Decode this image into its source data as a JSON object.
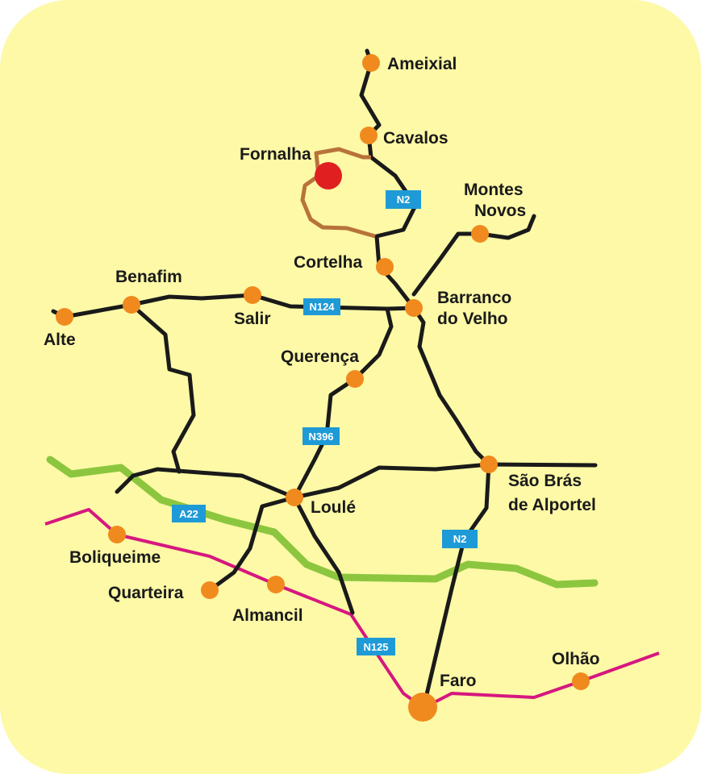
{
  "map": {
    "colors": {
      "background": "#fdf9a6",
      "road": "#1a1a1a",
      "town_dot": "#f08a1e",
      "highlight_dot": "#e02020",
      "loop_trail": "#b8733a",
      "motorway": "#8cc63f",
      "coastal_road": "#d6177f",
      "shield": "#1e9ad6"
    },
    "places": {
      "ameixial": "Ameixial",
      "cavalos": "Cavalos",
      "fornalha": "Fornalha",
      "montes_novos_1": "Montes",
      "montes_novos_2": "Novos",
      "cortelha": "Cortelha",
      "benafim": "Benafim",
      "barranco_1": "Barranco",
      "barranco_2": "do Velho",
      "alte": "Alte",
      "salir": "Salir",
      "querenca": "Querença",
      "sao_bras_1": "São Brás",
      "sao_bras_2": "de Alportel",
      "loule": "Loulé",
      "boliqueime": "Boliqueime",
      "quarteira": "Quarteira",
      "almancil": "Almancil",
      "olhao": "Olhão",
      "faro": "Faro"
    },
    "road_shields": {
      "n2_north": "N2",
      "n124": "N124",
      "n396": "N396",
      "a22": "A22",
      "n2_south": "N2",
      "n125": "N125"
    }
  }
}
